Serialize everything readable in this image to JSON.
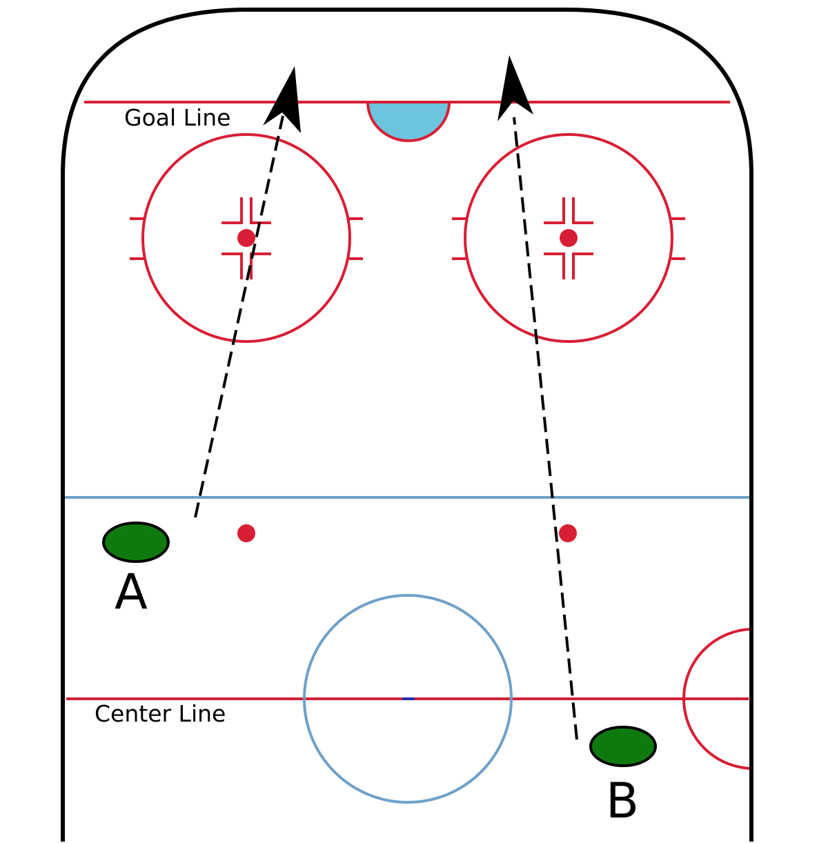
{
  "labels": {
    "goal_line": "Goal Line",
    "center_line": "Center Line",
    "player_a": "A",
    "player_b": "B"
  },
  "colors": {
    "red_line": "#d81e34",
    "blue_line": "#6fa0c8",
    "crease": "#6cc4dd",
    "player": "#0e7a0e",
    "outline": "#000000"
  }
}
